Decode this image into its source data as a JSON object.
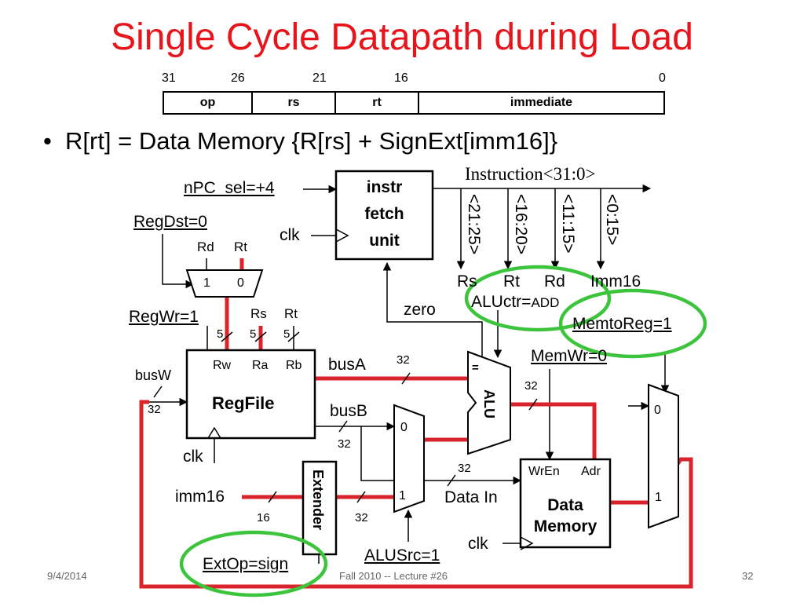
{
  "title": "Single Cycle Datapath during Load",
  "format": {
    "bits": [
      "31",
      "26",
      "21",
      "16",
      "0"
    ],
    "fields": [
      "op",
      "rs",
      "rt",
      "immediate"
    ]
  },
  "bullet": "R[rt]  =  Data Memory {R[rs] + SignExt[imm16]}",
  "labels": {
    "instruction": "Instruction<31:0>",
    "npc_sel": "nPC_sel=+4",
    "regdst": "RegDst=0",
    "clk": "clk",
    "ifu": [
      "instr",
      "fetch",
      "unit"
    ],
    "bits": [
      "<21:25>",
      "<16:20>",
      "<11:15>",
      "<0:15>"
    ],
    "rs": "Rs",
    "rt": "Rt",
    "rd": "Rd",
    "imm16": "Imm16",
    "imm16_in": "imm16",
    "zero": "zero",
    "aluctr": "ALUctr=",
    "aluctr_val": "ADD",
    "memtoreg": "MemtoReg=1",
    "memwr": "MemWr=0",
    "regwr": "RegWr=1",
    "five": "5",
    "busa": "busA",
    "busb": "busB",
    "busw": "busW",
    "thirty_two": "32",
    "sixteen": "16",
    "regfile": "RegFile",
    "rw": "Rw",
    "ra": "Ra",
    "rb": "Rb",
    "alu": "ALU",
    "eq": "=",
    "extender": "Extender",
    "alusrc": "ALUSrc=1",
    "extop": "ExtOp=sign",
    "data_in": "Data In",
    "wren": "WrEn",
    "adr": "Adr",
    "data_memory": [
      "Data",
      "Memory"
    ],
    "mux_one": "1",
    "mux_zero": "0"
  },
  "footer": {
    "date": "9/4/2014",
    "center": "Fall 2010 -- Lecture #26",
    "page": "32"
  },
  "colors": {
    "title": "#e8141b",
    "highlight_path": "#d9242c",
    "circle": "#3cc43c"
  }
}
